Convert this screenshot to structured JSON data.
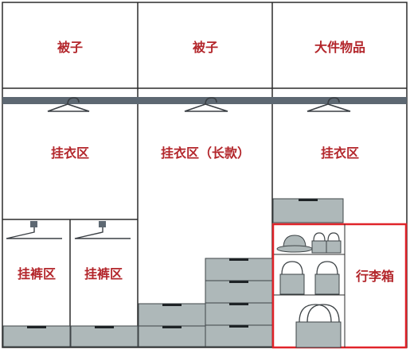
{
  "labels": {
    "top_left": "被子",
    "top_middle": "被子",
    "top_right": "大件物品",
    "hang_left": "挂衣区",
    "hang_middle": "挂衣区（长款）",
    "hang_right": "挂衣区",
    "pants_1": "挂裤区",
    "pants_2": "挂裤区",
    "luggage": "行李箱"
  },
  "colors": {
    "outline": "#2b2b2b",
    "rod": "#5d6872",
    "drawer": "#aeb8b9",
    "drawer_edge": "#3e4447",
    "handle": "#1e2326",
    "label": "#b3262b",
    "highlight": "#e0242a"
  },
  "icons": {
    "hanger": "hanger-icon",
    "hat": "hat-icon",
    "bag": "bag-icon"
  }
}
